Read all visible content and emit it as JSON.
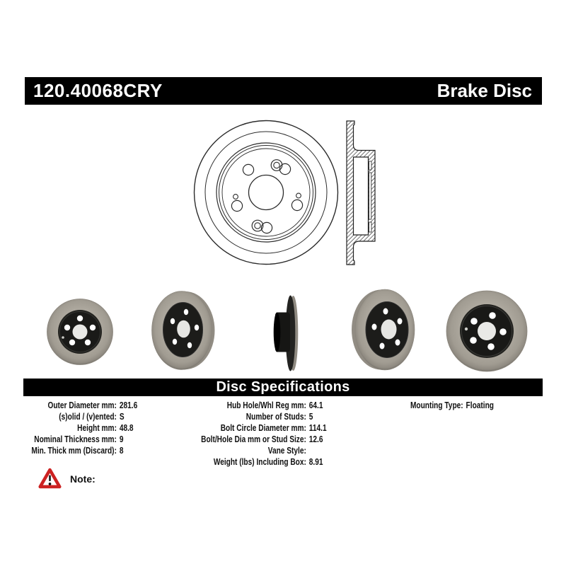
{
  "header": {
    "part_number": "120.40068CRY",
    "product_type": "Brake Disc"
  },
  "section_title": "Disc Specifications",
  "specs": {
    "col1": [
      {
        "label": "Outer Diameter mm:",
        "value": "281.6"
      },
      {
        "label": "(s)olid / (v)ented:",
        "value": "S"
      },
      {
        "label": "Height mm:",
        "value": "48.8"
      },
      {
        "label": "Nominal Thickness mm:",
        "value": "9"
      },
      {
        "label": "Min. Thick mm (Discard):",
        "value": "8"
      }
    ],
    "col2": [
      {
        "label": "Hub Hole/Whl Reg mm:",
        "value": "64.1"
      },
      {
        "label": "Number of Studs:",
        "value": "5"
      },
      {
        "label": "Bolt Circle Diameter mm:",
        "value": "114.1"
      },
      {
        "label": "Bolt/Hole Dia mm or Stud Size:",
        "value": "12.6"
      },
      {
        "label": "Vane Style:",
        "value": ""
      },
      {
        "label": "Weight (lbs) Including Box:",
        "value": "8.91"
      }
    ],
    "col3": [
      {
        "label": "Mounting Type:",
        "value": "Floating"
      }
    ]
  },
  "note": {
    "label": "Note:"
  },
  "images": {
    "front_view_drawing": "technical line drawing, disc front view with 5 lug holes, 2 screw holes, 2 pilot holes",
    "cross_section_drawing": "technical hatched cross-section of hat-style solid rear disc",
    "photos": [
      "front view photo",
      "angled left view photo",
      "edge profile view photo",
      "angled right view photo",
      "front view photo"
    ]
  },
  "colors": {
    "bar_background": "#000000",
    "bar_text": "#ffffff",
    "warning_red": "#cc2222",
    "disc_ring_gray": "#ada89e",
    "hat_black": "#1a1a18"
  }
}
